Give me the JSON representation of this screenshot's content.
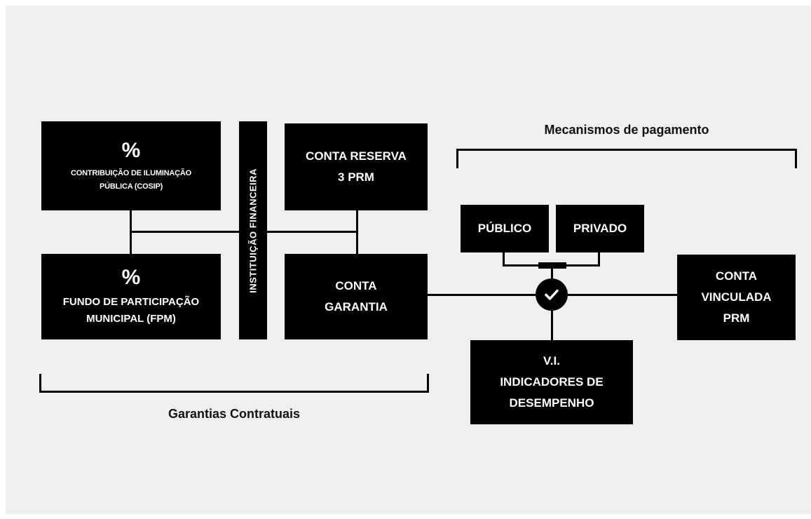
{
  "boxes": {
    "cosip": {
      "symbol": "%",
      "line1": "CONTRIBUIÇÃO DE ILUMINAÇÃO",
      "line2": "PÚBLICA (COSIP)"
    },
    "fpm": {
      "symbol": "%",
      "line1": "FUNDO DE PARTICIPAÇÃO",
      "line2": "MUNICIPAL (FPM)"
    },
    "instituicao": {
      "label": "INSTITUIÇÃO  FINANCEIRA"
    },
    "conta_reserva": {
      "line1": "CONTA RESERVA",
      "line2": "3 PRM"
    },
    "conta_garantia": {
      "line1": "CONTA",
      "line2": "GARANTIA"
    },
    "publico": {
      "label": "PÚBLICO"
    },
    "privado": {
      "label": "PRIVADO"
    },
    "conta_vinculada": {
      "line1": "CONTA",
      "line2": "VINCULADA",
      "line3": "PRM"
    },
    "vi": {
      "line1": "V.I.",
      "line2": "INDICADORES DE",
      "line3": "DESEMPENHO"
    }
  },
  "captions": {
    "mecanismos": "Mecanismos de pagamento",
    "garantias": "Garantias Contratuais"
  },
  "icons": {
    "junction": "check-icon"
  },
  "colors": {
    "box": "#000000",
    "background": "#efefef",
    "text": "#ffffff"
  }
}
